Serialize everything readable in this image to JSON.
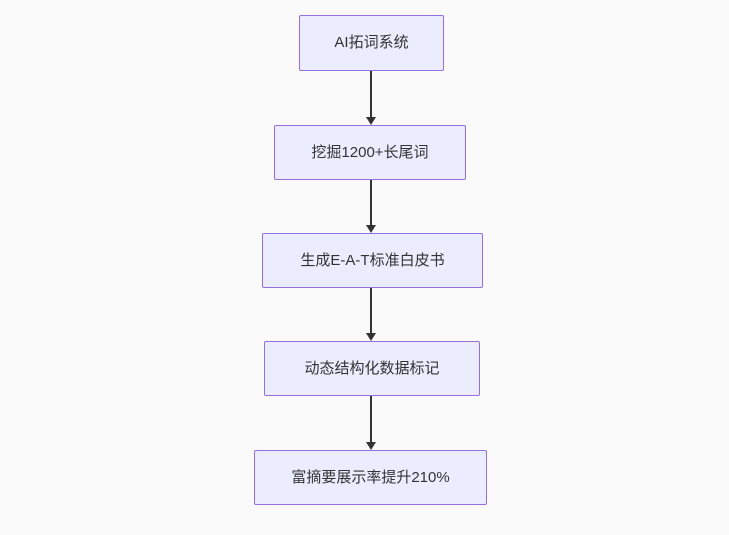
{
  "diagram": {
    "type": "flowchart",
    "direction": "top-down",
    "nodes": [
      {
        "id": "n0",
        "label": "AI拓词系统"
      },
      {
        "id": "n1",
        "label": "挖掘1200+长尾词"
      },
      {
        "id": "n2",
        "label": "生成E-A-T标准白皮书"
      },
      {
        "id": "n3",
        "label": "动态结构化数据标记"
      },
      {
        "id": "n4",
        "label": "富摘要展示率提升210%"
      }
    ],
    "edges": [
      {
        "from": "n0",
        "to": "n1",
        "style": "arrow-down"
      },
      {
        "from": "n1",
        "to": "n2",
        "style": "arrow-down"
      },
      {
        "from": "n2",
        "to": "n3",
        "style": "arrow-down"
      },
      {
        "from": "n3",
        "to": "n4",
        "style": "arrow-down"
      }
    ],
    "colors": {
      "background": "#fafafa",
      "node_fill": "#ececff",
      "node_border": "#9370db",
      "text": "#333333",
      "arrow": "#333333"
    }
  }
}
